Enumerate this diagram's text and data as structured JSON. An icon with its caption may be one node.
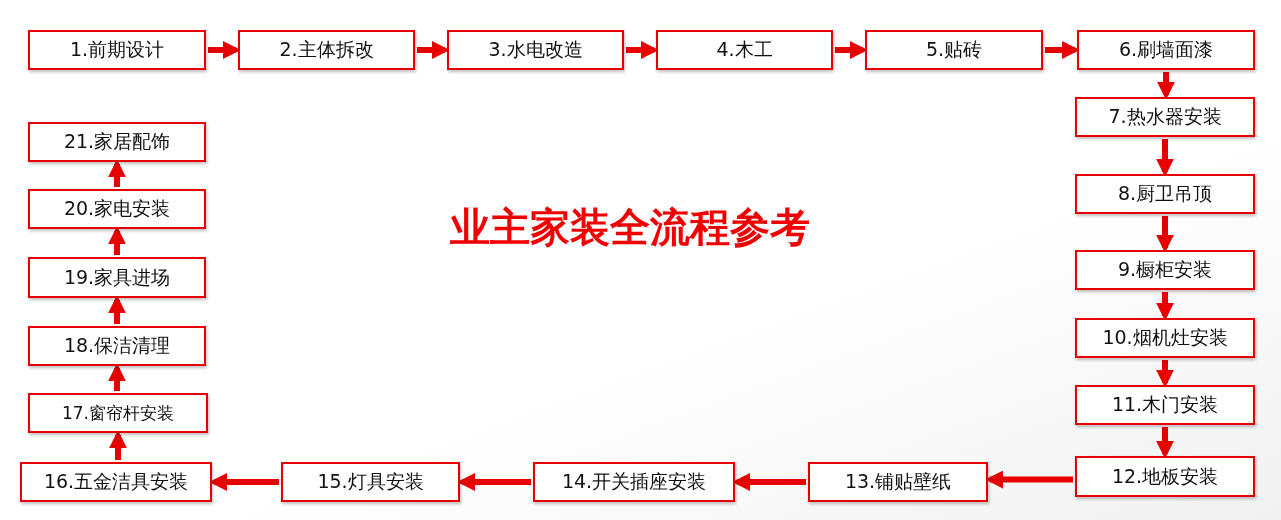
{
  "diagram": {
    "title": "业主家装全流程参考",
    "nodes": [
      {
        "text": [
          "1.前期设计"
        ]
      },
      {
        "text": [
          "2.主体拆改"
        ]
      },
      {
        "text": [
          "3.水电改造"
        ]
      },
      {
        "text": [
          "4.木工"
        ]
      },
      {
        "text": [
          "5.贴砖"
        ]
      },
      {
        "text": [
          "6.刷墙面漆"
        ]
      },
      {
        "text": [
          "7.热水器安装"
        ]
      },
      {
        "text": [
          "8.厨卫吊顶"
        ]
      },
      {
        "text": [
          "9.橱柜安装"
        ]
      },
      {
        "text": [
          "10.烟机灶安装"
        ]
      },
      {
        "text": [
          "11.木门安装"
        ]
      },
      {
        "text": [
          "12.地板安装"
        ]
      },
      {
        "text": [
          "13.铺贴壁纸"
        ]
      },
      {
        "text": [
          "14.开关插座安装"
        ]
      },
      {
        "text": [
          "15.灯具安装"
        ]
      },
      {
        "text": [
          "16.五金洁具安装"
        ]
      },
      {
        "text": [
          "17.窗帘杆安装"
        ]
      },
      {
        "text": [
          "18.保洁清理"
        ]
      },
      {
        "text": [
          "19.家具进场"
        ]
      },
      {
        "text": [
          "20.家电安装"
        ]
      },
      {
        "text": [
          "21.家居配饰"
        ]
      }
    ],
    "edges": [
      {
        "from": 0,
        "to": 1,
        "arrow": "to"
      },
      {
        "from": 1,
        "to": 2,
        "arrow": "to"
      },
      {
        "from": 2,
        "to": 3,
        "arrow": "to"
      },
      {
        "from": 3,
        "to": 4,
        "arrow": "to"
      },
      {
        "from": 4,
        "to": 5,
        "arrow": "to"
      },
      {
        "from": 5,
        "to": 6,
        "arrow": "to"
      },
      {
        "from": 6,
        "to": 7,
        "arrow": "to"
      },
      {
        "from": 7,
        "to": 8,
        "arrow": "to"
      },
      {
        "from": 8,
        "to": 9,
        "arrow": "to"
      },
      {
        "from": 9,
        "to": 10,
        "arrow": "to"
      },
      {
        "from": 10,
        "to": 11,
        "arrow": "to"
      },
      {
        "from": 11,
        "to": 12,
        "arrow": "to"
      },
      {
        "from": 12,
        "to": 13,
        "arrow": "to"
      },
      {
        "from": 13,
        "to": 14,
        "arrow": "to"
      },
      {
        "from": 14,
        "to": 15,
        "arrow": "to"
      },
      {
        "from": 15,
        "to": 16,
        "arrow": "to"
      },
      {
        "from": 16,
        "to": 17,
        "arrow": "to"
      },
      {
        "from": 17,
        "to": 18,
        "arrow": "to"
      },
      {
        "from": 18,
        "to": 19,
        "arrow": "to"
      },
      {
        "from": 19,
        "to": 20,
        "arrow": "to"
      }
    ]
  }
}
